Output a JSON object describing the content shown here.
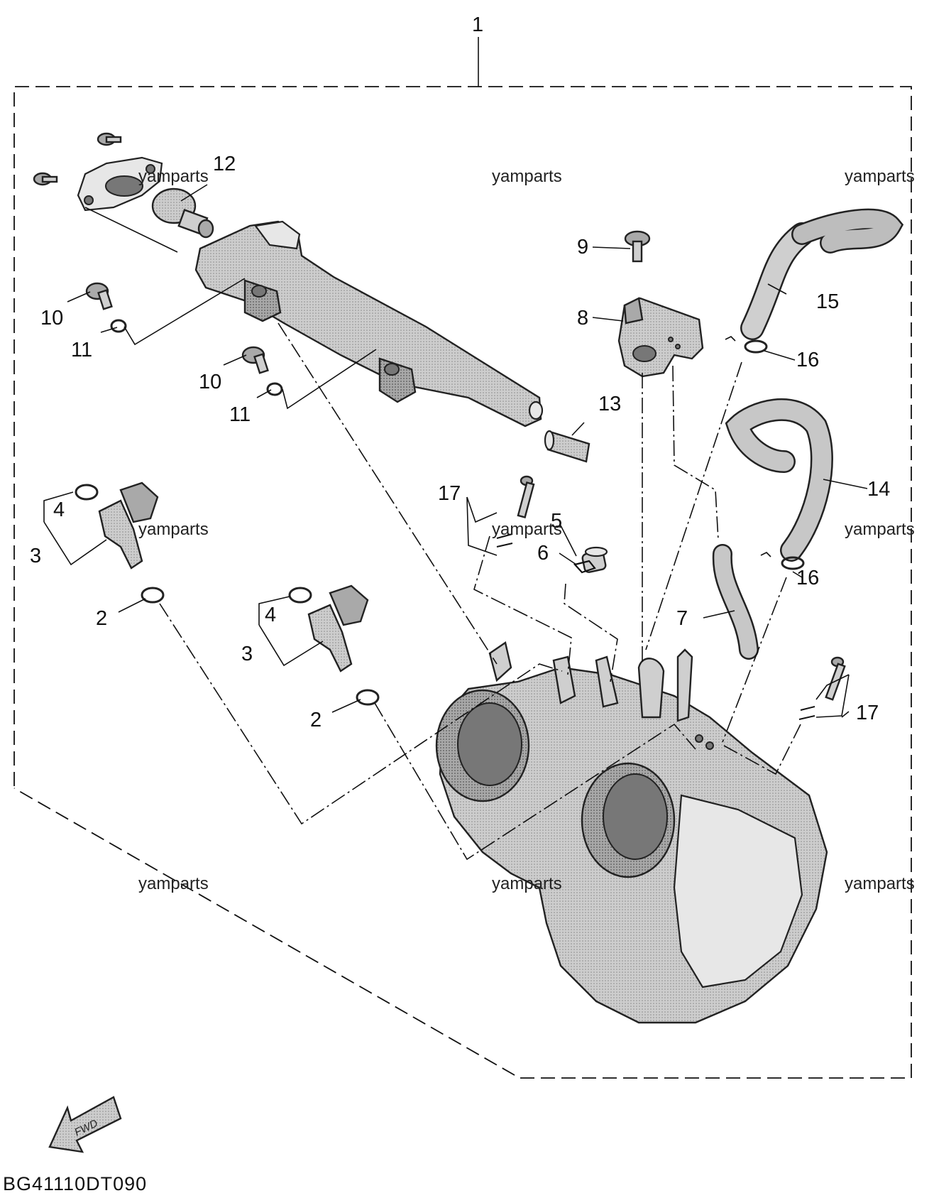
{
  "diagram": {
    "code": "BG41110DT090",
    "fwd_label": "FWD",
    "watermark": "yamparts",
    "callouts": {
      "c1": "1",
      "c2a": "2",
      "c2b": "2",
      "c3a": "3",
      "c3b": "3",
      "c4a": "4",
      "c4b": "4",
      "c5": "5",
      "c6": "6",
      "c7": "7",
      "c8": "8",
      "c9": "9",
      "c10a": "10",
      "c10b": "10",
      "c11a": "11",
      "c11b": "11",
      "c12": "12",
      "c13": "13",
      "c14": "14",
      "c15": "15",
      "c16a": "16",
      "c16b": "16",
      "c17a": "17",
      "c17b": "17"
    }
  }
}
